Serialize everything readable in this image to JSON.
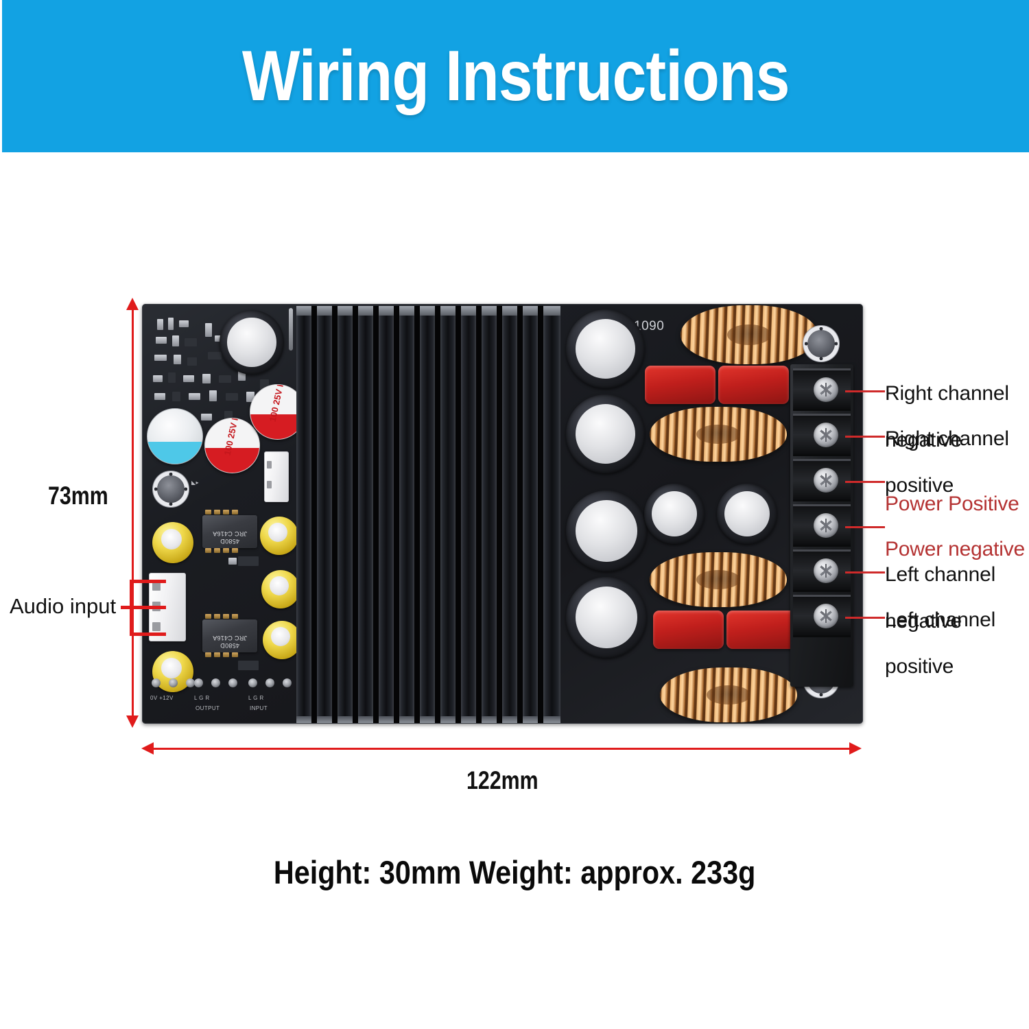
{
  "banner": {
    "title": "Wiring Instructions",
    "background_color": "#12a2e3",
    "text_color": "#ffffff"
  },
  "dimensions": {
    "height_label": "73mm",
    "width_label": "122mm",
    "arrow_color": "#e01b1b"
  },
  "audio_input": {
    "label": "Audio input"
  },
  "terminal_callouts": [
    {
      "id": "right-channel-negative",
      "line1": "Right channel",
      "line2": "negative",
      "color": "#111111"
    },
    {
      "id": "right-channel-positive",
      "line1": "Right channel",
      "line2": "positive",
      "color": "#111111"
    },
    {
      "id": "power-positive",
      "line1": "Power Positive",
      "line2": "",
      "color": "#b43232"
    },
    {
      "id": "power-negative",
      "line1": "Power negative",
      "line2": "",
      "color": "#b43232"
    },
    {
      "id": "left-channel-negative",
      "line1": "Left channel",
      "line2": "negative",
      "color": "#111111"
    },
    {
      "id": "left-channel-positive",
      "line1": "Left channel",
      "line2": "positive",
      "color": "#111111"
    }
  ],
  "footer": {
    "spec_text": "Height: 30mm Weight: approx. 233g"
  },
  "board": {
    "silkscreen": {
      "part_code": "1090",
      "pin_header_left": "0V  +12V",
      "output_group": "OUTPUT",
      "input_group": "INPUT",
      "output_pins": "L   G   R",
      "input_pins": "L   G   R"
    },
    "capacitors": {
      "value_line1": "100",
      "value_line2": "25V",
      "value_line3": "PV"
    },
    "opamps": [
      {
        "line1": "4580D",
        "line2": "JRC",
        "line3": "C416A"
      },
      {
        "line1": "4580D",
        "line2": "JRC",
        "line3": "C416A"
      }
    ]
  }
}
